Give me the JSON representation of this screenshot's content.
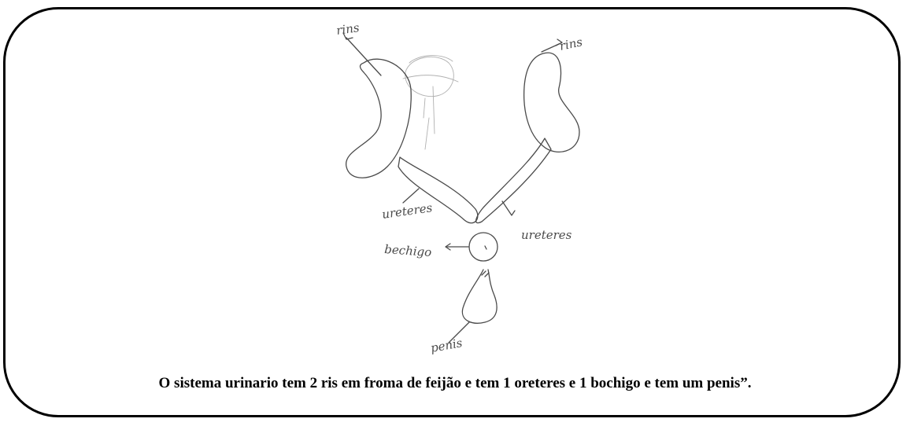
{
  "labels": {
    "left_kidney": "rins",
    "right_kidney": "rins",
    "left_ureter": "ureteres",
    "right_ureter": "ureteres",
    "bladder": "bechigo",
    "penis": "penis"
  },
  "caption": "O sistema urinario tem 2 ris em froma de feijão e tem 1 oreteres e 1 bochigo e tem um penis”."
}
